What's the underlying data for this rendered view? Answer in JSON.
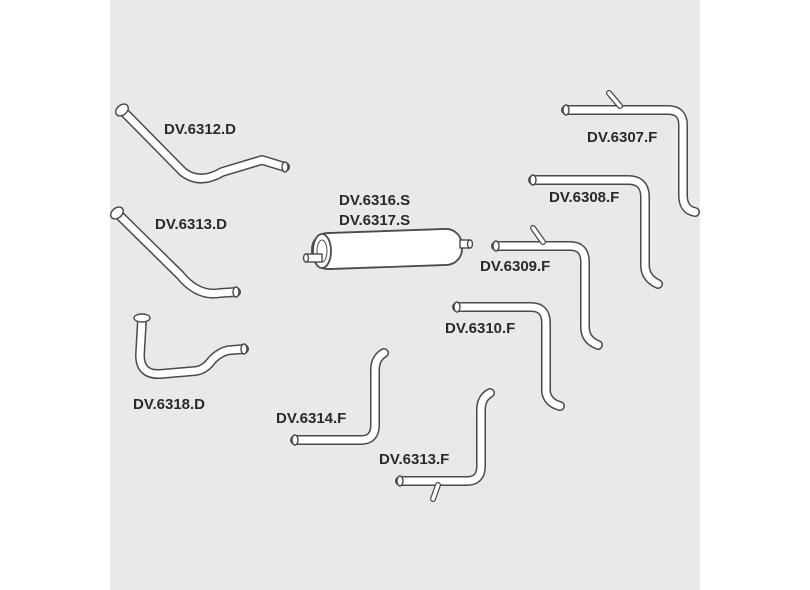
{
  "parts": [
    {
      "id": "p1",
      "code": "DV.6312.D"
    },
    {
      "id": "p2",
      "code": "DV.6313.D"
    },
    {
      "id": "p3",
      "code": "DV.6318.D"
    },
    {
      "id": "p4",
      "code": "DV.6316.S"
    },
    {
      "id": "p5",
      "code": "DV.6317.S"
    },
    {
      "id": "p6",
      "code": "DV.6307.F"
    },
    {
      "id": "p7",
      "code": "DV.6308.F"
    },
    {
      "id": "p8",
      "code": "DV.6309.F"
    },
    {
      "id": "p9",
      "code": "DV.6310.F"
    },
    {
      "id": "p10",
      "code": "DV.6314.F"
    },
    {
      "id": "p11",
      "code": "DV.6313.F"
    }
  ],
  "colors": {
    "panel": "#e9e9e9",
    "outline": "#4a4a4a",
    "pipe_fill": "#ffffff",
    "label": "#2a2a2a"
  }
}
